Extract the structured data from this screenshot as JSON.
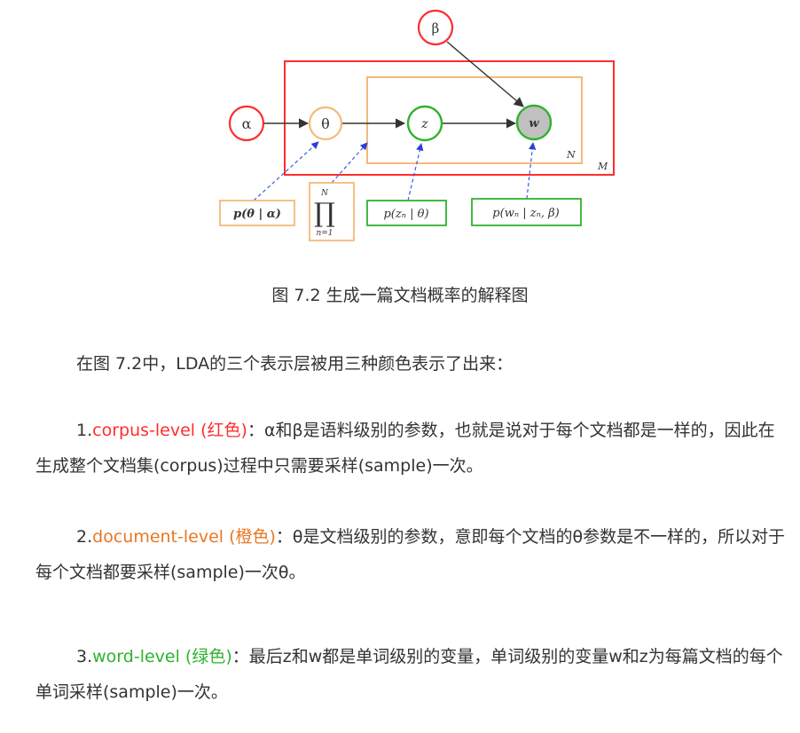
{
  "diagram": {
    "nodes": {
      "alpha": "α",
      "theta": "θ",
      "z": "z",
      "w": "w",
      "beta": "β"
    },
    "plate_labels": {
      "inner": "N",
      "outer": "M"
    },
    "formulas": {
      "p_theta": "p(θ | α)",
      "prod_top": "N",
      "prod_symbol": "∏",
      "prod_bottom": "n=1",
      "p_z": "p(zₙ | θ)",
      "p_w": "p(wₙ | zₙ, β)"
    },
    "colors": {
      "corpus": "#ff2d2d",
      "document": "#f5b97a",
      "word": "#2db32d",
      "dashed_arrow": "#3b5bdb",
      "observed_fill": "#c0c0c0"
    }
  },
  "caption": "图 7.2 生成一篇文档概率的解释图",
  "intro": "在图 7.2中，LDA的三个表示层被用三种颜色表示了出来：",
  "items": [
    {
      "prefix": "1.",
      "level": "corpus-level (红色)",
      "text": "：α和β是语料级别的参数，也就是说对于每个文档都是一样的，因此在生成整个文档集(corpus)过程中只需要采样(sample)一次。"
    },
    {
      "prefix": "2.",
      "level": "document-level (橙色)",
      "text": "：θ是文档级别的参数，意即每个文档的θ参数是不一样的，所以对于每个文档都要采样(sample)一次θ。"
    },
    {
      "prefix": "3.",
      "level": "word-level (绿色)",
      "text": "：最后z和w都是单词级别的变量，单词级别的变量w和z为每篇文档的每个单词采样(sample)一次。"
    }
  ]
}
